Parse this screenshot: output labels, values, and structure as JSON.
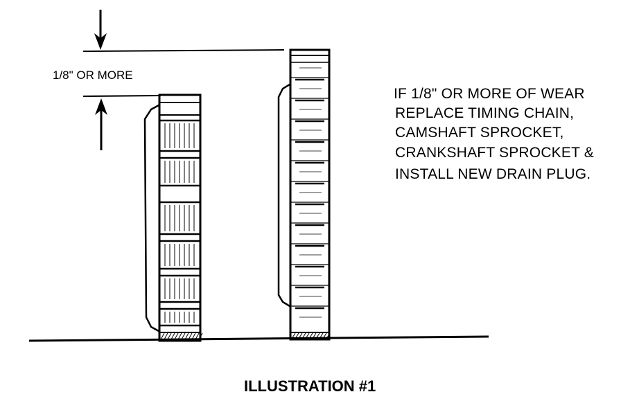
{
  "measurement": {
    "label": "1/8\" OR MORE"
  },
  "note": {
    "lines": [
      "IF 1/8\" OR MORE OF WEAR",
      "REPLACE TIMING CHAIN,",
      "CAMSHAFT SPROCKET,",
      "CRANKSHAFT SPROCKET &",
      "INSTALL NEW DRAIN PLUG."
    ]
  },
  "caption": "ILLUSTRATION #1",
  "colors": {
    "ink": "#000000",
    "paper": "#ffffff"
  }
}
